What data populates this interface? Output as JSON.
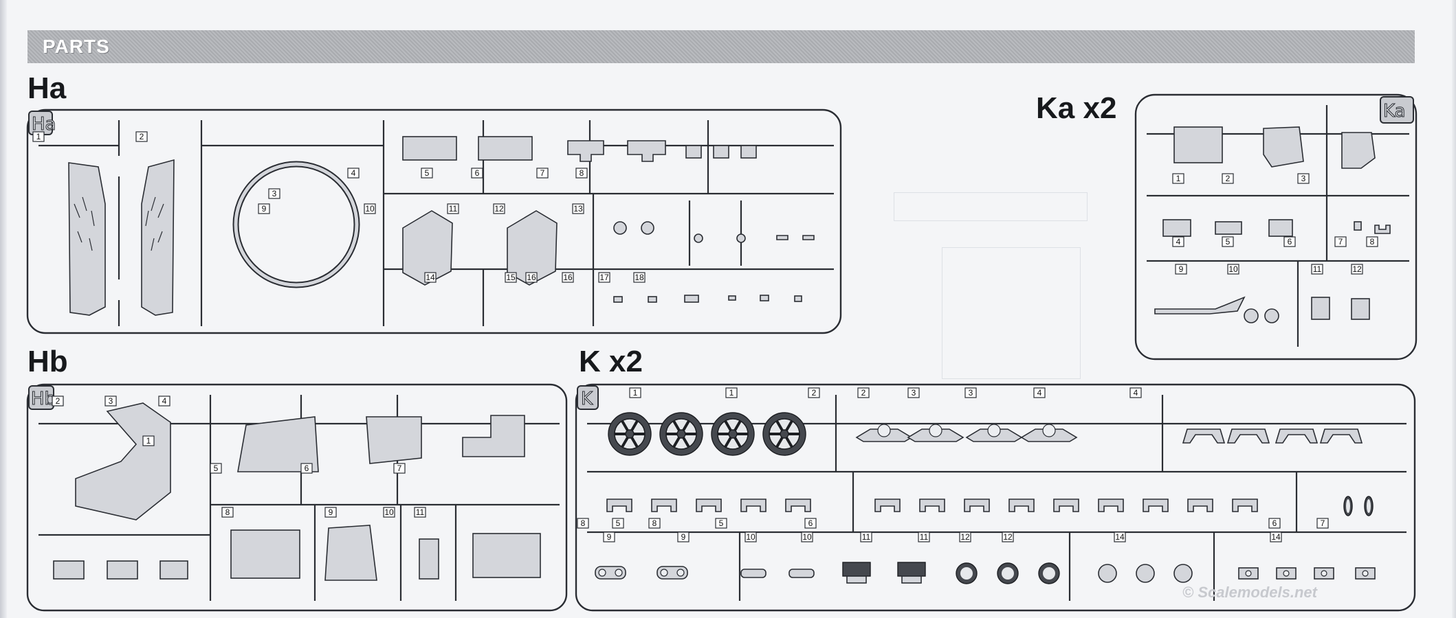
{
  "header": {
    "title": "PARTS"
  },
  "sprues": {
    "ha": {
      "title": "Ha",
      "badge": "Ha",
      "numbers": [
        "1",
        "2",
        "3",
        "4",
        "5",
        "6",
        "7",
        "8",
        "9",
        "10",
        "11",
        "12",
        "13",
        "14",
        "15",
        "16",
        "16",
        "17",
        "18"
      ]
    },
    "hb": {
      "title": "Hb",
      "badge": "Hb",
      "numbers": [
        "1",
        "2",
        "3",
        "4",
        "5",
        "6",
        "7",
        "8",
        "9",
        "10",
        "11"
      ]
    },
    "k": {
      "title": "K x2",
      "badge": "K",
      "numbers": [
        "1",
        "1",
        "2",
        "2",
        "3",
        "3",
        "4",
        "4",
        "5",
        "5",
        "6",
        "6",
        "7",
        "8",
        "8",
        "9",
        "9",
        "10",
        "10",
        "11",
        "11",
        "12",
        "12",
        "14",
        "14"
      ]
    },
    "ka": {
      "title": "Ka x2",
      "badge": "Ka",
      "numbers": [
        "1",
        "2",
        "3",
        "4",
        "5",
        "6",
        "7",
        "8",
        "9",
        "10",
        "11",
        "12"
      ]
    }
  },
  "watermark": "© Scalemodels.net"
}
